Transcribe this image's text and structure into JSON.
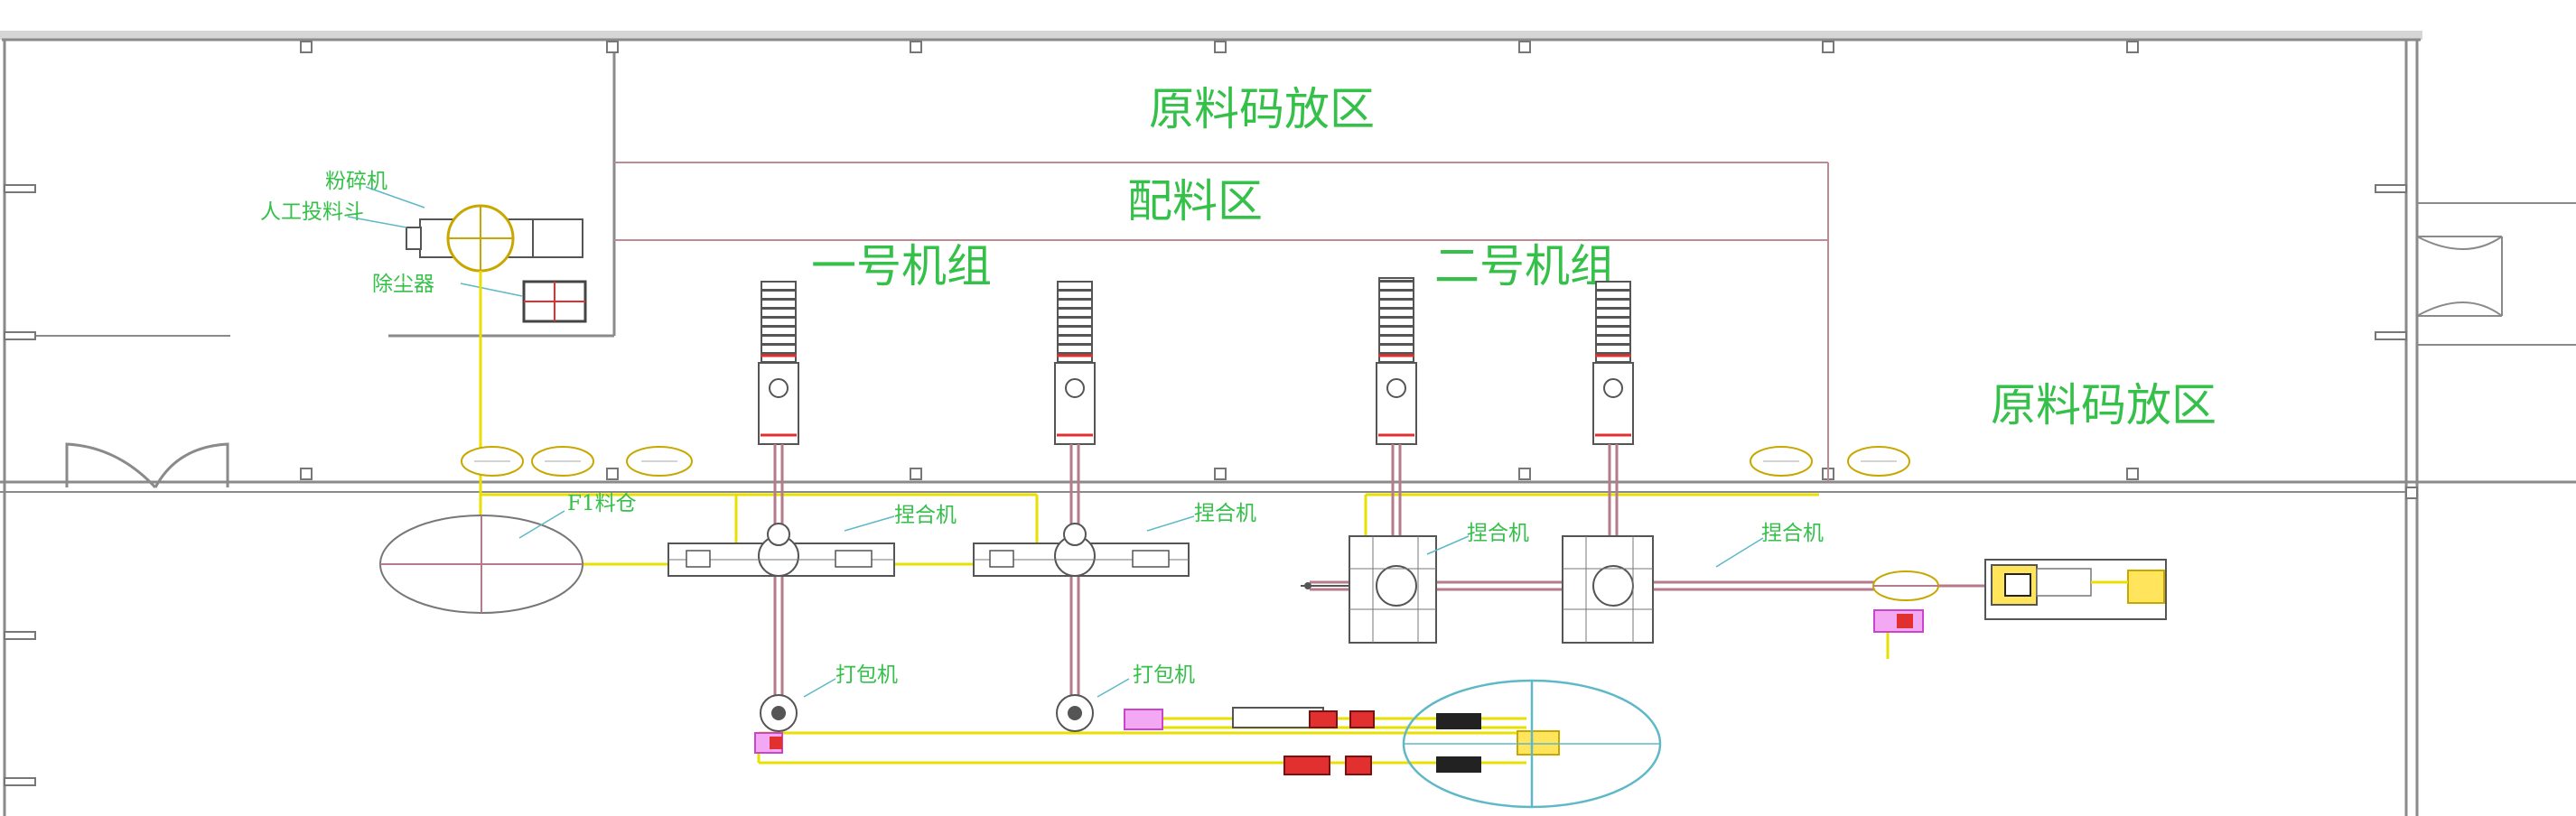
{
  "colors": {
    "label_green": "#35c04a",
    "wall": "#8a8a8a",
    "pipe": "#b57b8a",
    "conveyor_yellow": "#e8e000",
    "silo_cyan": "#5fb8c8",
    "equipment_red": "#e23030",
    "equipment_magenta": "#cc44cc"
  },
  "zones": {
    "raw_storage_top": "原料码放区",
    "batching": "配料区",
    "unit_1": "一号机组",
    "unit_2": "二号机组",
    "raw_storage_right": "原料码放区"
  },
  "equipment_labels": {
    "crusher": "粉碎机",
    "manual_hopper": "人工投料斗",
    "dust_collector": "除尘器",
    "silo": "F1料仓",
    "mixer_1": "捏合机",
    "mixer_2": "捏合机",
    "mixer_3": "捏合机",
    "mixer_4": "捏合机",
    "packer_1": "打包机",
    "packer_2": "打包机"
  },
  "icons": {
    "tank": "tank-icon",
    "mixer": "mixer-icon",
    "packer": "packer-icon",
    "conveyor": "conveyor-icon"
  }
}
